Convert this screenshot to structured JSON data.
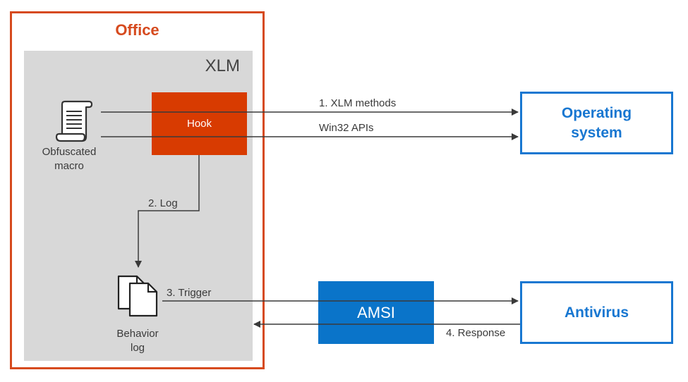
{
  "office": {
    "title": "Office"
  },
  "xlm": {
    "title": "XLM"
  },
  "hook": {
    "label": "Hook"
  },
  "macro": {
    "label_line1": "Obfuscated",
    "label_line2": "macro",
    "icon": "scroll-icon"
  },
  "behavior_log": {
    "label_line1": "Behavior",
    "label_line2": "log",
    "icon": "documents-icon"
  },
  "operating_system": {
    "label_line1": "Operating",
    "label_line2": "system"
  },
  "antivirus": {
    "label": "Antivirus"
  },
  "amsi": {
    "label": "AMSI"
  },
  "arrows": {
    "xlm_methods": "1. XLM methods",
    "win32_apis": "Win32 APIs",
    "log": "2. Log",
    "trigger": "3. Trigger",
    "response": "4. Response"
  },
  "colors": {
    "office": "#d64a1e",
    "hook": "#d83b01",
    "amsi": "#0a74c9",
    "blue": "#1877d1",
    "panel": "#d8d8d8"
  }
}
